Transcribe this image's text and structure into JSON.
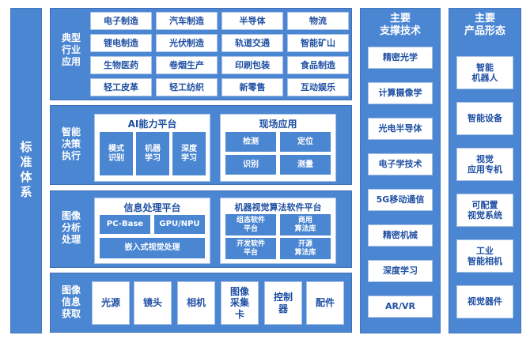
{
  "left_label": "标准体系",
  "sections": {
    "industry": {
      "label": "典型\n行业\n应用",
      "cells": [
        "电子制造",
        "汽车制造",
        "半导体",
        "物流",
        "锂电制造",
        "光伏制造",
        "轨道交通",
        "智能矿山",
        "生物医药",
        "卷烟生产",
        "印刷包装",
        "食品制造",
        "轻工皮革",
        "轻工纺织",
        "新零售",
        "互动娱乐"
      ]
    },
    "decision": {
      "label": "智能\n决策\n执行",
      "ai_title": "AI能力平台",
      "ai_items": [
        "模式\n识别",
        "机器\n学习",
        "深度\n学习"
      ],
      "field_title": "现场应用",
      "field_items": [
        "检测",
        "定位",
        "识别",
        "测量"
      ]
    },
    "analysis": {
      "label": "图像\n分析\n处理",
      "info_title": "信息处理平台",
      "info_items": [
        "PC-Base",
        "GPU/NPU",
        "嵌入式视觉处理"
      ],
      "mv_title": "机器视觉算法软件平台",
      "mv_items": [
        "组态软件\n平台",
        "商用\n算法库",
        "开发软件\n平台",
        "开源\n算法库"
      ]
    },
    "acquisition": {
      "label": "图像\n信息\n获取",
      "items": [
        "光源",
        "镜头",
        "相机",
        "图像\n采集\n卡",
        "控制\n器",
        "配件"
      ]
    }
  },
  "support": {
    "title": "主要\n支撑技术",
    "items": [
      "精密光学",
      "计算摄像学",
      "光电半导体",
      "电子学技术",
      "5G移动通信",
      "精密机械",
      "深度学习",
      "AR/VR"
    ]
  },
  "products": {
    "title": "主要\n产品形态",
    "items": [
      "智能\n机器人",
      "智能设备",
      "视觉\n应用专机",
      "可配置\n视觉系统",
      "工业\n智能相机",
      "视觉器件"
    ]
  }
}
